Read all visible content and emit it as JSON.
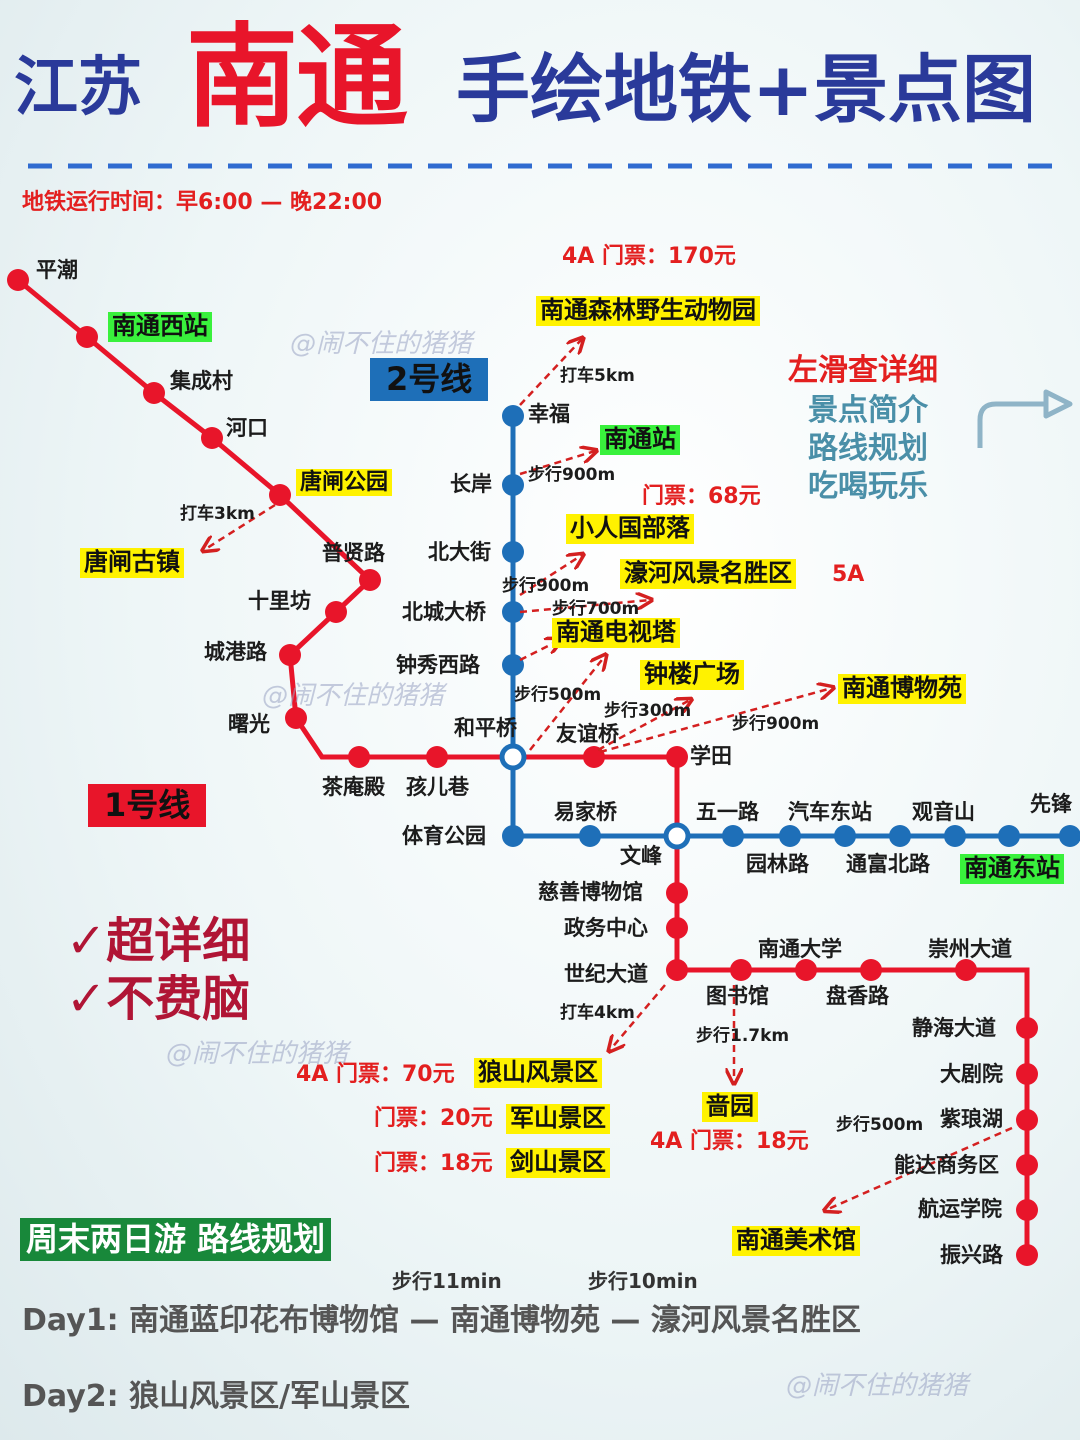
{
  "title": {
    "province": "江苏",
    "city": "南通",
    "rest": "手绘地铁+景点图"
  },
  "hours": "地铁运行时间：早6:00 — 晚22:00",
  "colors": {
    "line1": "#e8152a",
    "line2": "#1e6fb8",
    "attraction_bg": "#fff200",
    "station_bg": "#39f13c",
    "title_blue": "#2a3a9a"
  },
  "lines": {
    "line1_label": "1号线",
    "line2_label": "2号线"
  },
  "line1_stations": [
    "平潮",
    "南通西站",
    "集成村",
    "河口",
    "唐闸公园",
    "普贤路",
    "十里坊",
    "城港路",
    "曙光",
    "茶庵殿",
    "孩儿巷",
    "和平桥",
    "友谊桥",
    "学田",
    "文峰",
    "慈善博物馆",
    "政务中心",
    "世纪大道",
    "图书馆",
    "南通大学",
    "盘香路",
    "崇州大道",
    "静海大道",
    "大剧院",
    "紫琅湖",
    "能达商务区",
    "航运学院",
    "振兴路"
  ],
  "line2_stations": [
    "幸福",
    "长岸",
    "北大街",
    "北城大桥",
    "钟秀西路",
    "和平桥",
    "体育公园",
    "易家桥",
    "文峰",
    "五一路",
    "园林路",
    "汽车东站",
    "通富北路",
    "观音山",
    "南通东站",
    "先锋"
  ],
  "attractions": {
    "zoo": "南通森林野生动物园",
    "zoo_ticket": "4A  门票：170元",
    "zoo_route": "打车5km",
    "nantong_station": "南通站",
    "nantong_station_route": "步行900m",
    "xiaoren": "小人国部落",
    "xiaoren_ticket": "门票：68元",
    "xiaoren_route": "步行900m",
    "haohe": "濠河风景名胜区",
    "haohe_level": "5A",
    "tv_tower": "南通电视塔",
    "tv_tower_route": "步行700m",
    "bell_tower": "钟楼广场",
    "bell_tower_route": "步行500m",
    "museum": "南通博物苑",
    "museum_route1": "步行300m",
    "museum_route2": "步行900m",
    "tangzha": "唐闸古镇",
    "tangzha_route": "打车3km",
    "langshan": "狼山风景区",
    "langshan_ticket": "4A  门票：70元",
    "langshan_route": "打车4km",
    "junshan": "军山景区",
    "junshan_ticket": "门票：20元",
    "jianshan": "剑山景区",
    "jianshan_ticket": "门票：18元",
    "qiyuan": "啬园",
    "qiyuan_ticket": "4A  门票：18元",
    "qiyuan_route": "步行1.7km",
    "art_museum": "南通美术馆",
    "art_museum_route": "步行500m"
  },
  "swipe": {
    "line1": "左滑查详细",
    "line2": "景点简介",
    "line3": "路线规划",
    "line4": "吃喝玩乐"
  },
  "checks": [
    "✓超详细",
    "✓不费脑"
  ],
  "plan": {
    "title": "周末两日游 路线规划",
    "walk1": "步行11min",
    "walk2": "步行10min",
    "day1": "Day1: 南通蓝印花布博物馆 — 南通博物苑 — 濠河风景名胜区",
    "day2": "Day2: 狼山风景区/军山景区"
  },
  "watermark": "@闹不住的猪猪"
}
